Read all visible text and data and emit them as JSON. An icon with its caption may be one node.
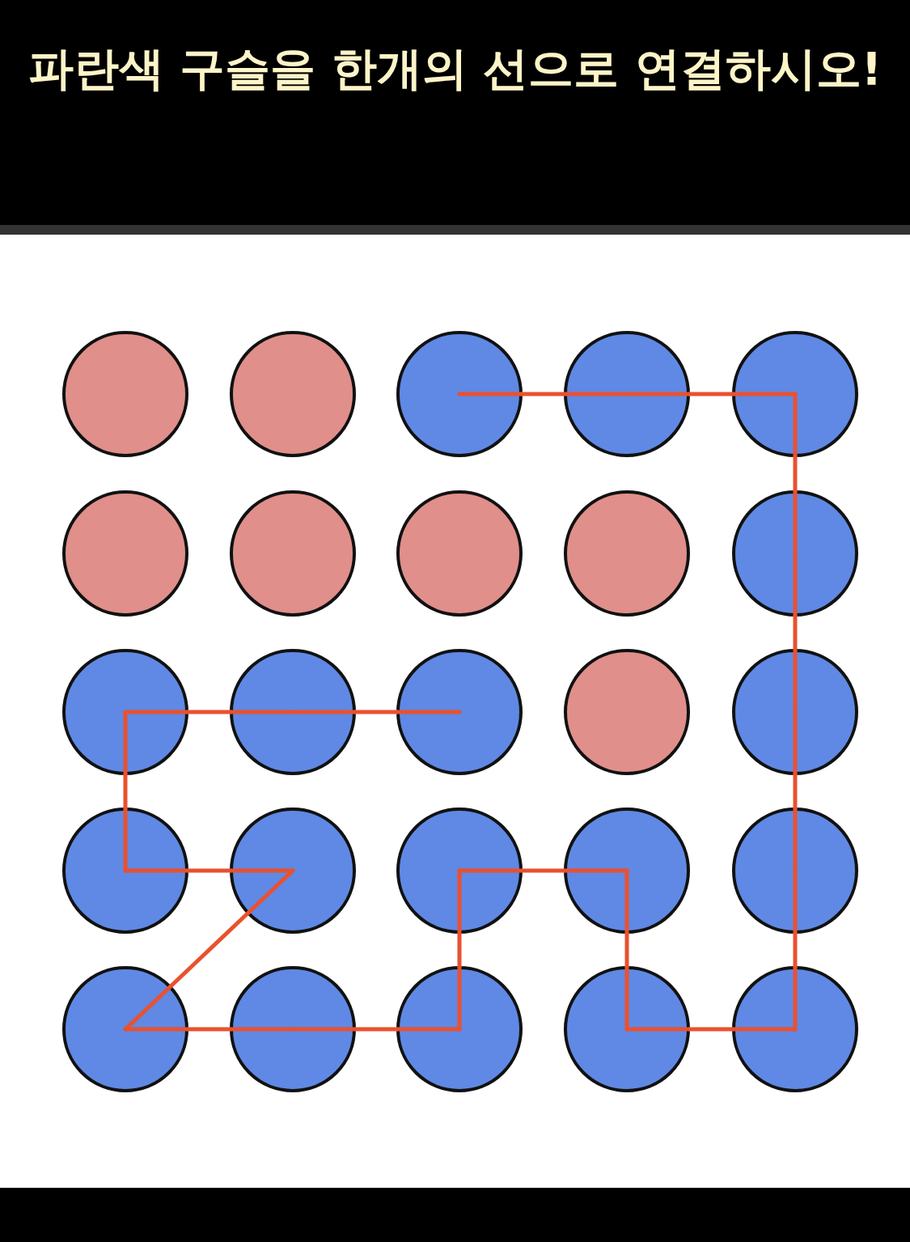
{
  "diagram": {
    "title": "파란색 구슬을 한개의 선으로 연결하시오!",
    "nodes": [
      {
        "text": [],
        "shape": "circle"
      },
      {
        "text": [],
        "shape": "circle"
      },
      {
        "text": [],
        "shape": "circle"
      },
      {
        "text": [],
        "shape": "circle"
      },
      {
        "text": [],
        "shape": "circle"
      },
      {
        "text": [],
        "shape": "circle"
      },
      {
        "text": [],
        "shape": "circle"
      },
      {
        "text": [],
        "shape": "circle"
      },
      {
        "text": [],
        "shape": "circle"
      },
      {
        "text": [],
        "shape": "circle"
      },
      {
        "text": [],
        "shape": "circle"
      },
      {
        "text": [],
        "shape": "circle"
      },
      {
        "text": [],
        "shape": "circle"
      },
      {
        "text": [],
        "shape": "circle"
      },
      {
        "text": [],
        "shape": "circle"
      },
      {
        "text": [],
        "shape": "circle"
      },
      {
        "text": [],
        "shape": "circle"
      },
      {
        "text": [],
        "shape": "circle"
      },
      {
        "text": [],
        "shape": "circle"
      },
      {
        "text": [],
        "shape": "circle"
      },
      {
        "text": [],
        "shape": "circle"
      },
      {
        "text": [],
        "shape": "circle"
      },
      {
        "text": [],
        "shape": "circle"
      },
      {
        "text": [],
        "shape": "circle"
      },
      {
        "text": [],
        "shape": "circle"
      }
    ],
    "edges": [
      {
        "from": 2,
        "to": 3,
        "arrow": "none"
      },
      {
        "from": 3,
        "to": 4,
        "arrow": "none"
      },
      {
        "from": 4,
        "to": 9,
        "arrow": "none"
      },
      {
        "from": 9,
        "to": 14,
        "arrow": "none"
      },
      {
        "from": 14,
        "to": 19,
        "arrow": "none"
      },
      {
        "from": 19,
        "to": 24,
        "arrow": "none"
      },
      {
        "from": 24,
        "to": 23,
        "arrow": "none"
      },
      {
        "from": 23,
        "to": 18,
        "arrow": "none"
      },
      {
        "from": 18,
        "to": 17,
        "arrow": "none"
      },
      {
        "from": 17,
        "to": 22,
        "arrow": "none"
      },
      {
        "from": 22,
        "to": 21,
        "arrow": "none"
      },
      {
        "from": 21,
        "to": 20,
        "arrow": "none"
      },
      {
        "from": 20,
        "to": 16,
        "arrow": "none"
      },
      {
        "from": 16,
        "to": 15,
        "arrow": "none"
      },
      {
        "from": 15,
        "to": 10,
        "arrow": "none"
      },
      {
        "from": 10,
        "to": 11,
        "arrow": "none"
      },
      {
        "from": 11,
        "to": 12,
        "arrow": "none"
      }
    ]
  }
}
